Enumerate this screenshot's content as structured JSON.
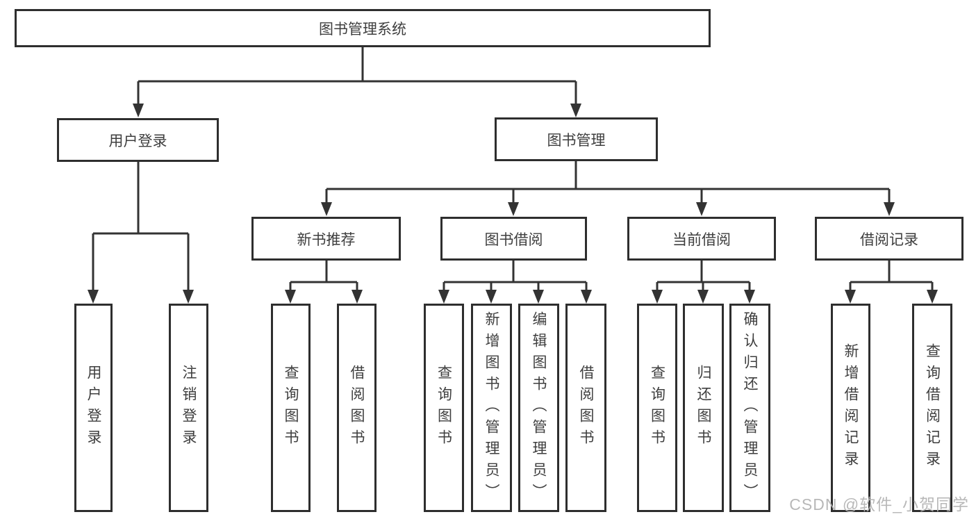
{
  "tree": {
    "root": "图书管理系统",
    "children": [
      {
        "label": "用户登录",
        "children": [
          {
            "label": "用户登录"
          },
          {
            "label": "注销登录"
          }
        ]
      },
      {
        "label": "图书管理",
        "children": [
          {
            "label": "新书推荐",
            "children": [
              {
                "label": "查询图书"
              },
              {
                "label": "借阅图书"
              }
            ]
          },
          {
            "label": "图书借阅",
            "children": [
              {
                "label": "查询图书"
              },
              {
                "label": "新增图书（管理员）"
              },
              {
                "label": "编辑图书（管理员）"
              },
              {
                "label": "借阅图书"
              }
            ]
          },
          {
            "label": "当前借阅",
            "children": [
              {
                "label": "查询图书"
              },
              {
                "label": "归还图书"
              },
              {
                "label": "确认归还（管理员）"
              }
            ]
          },
          {
            "label": "借阅记录",
            "children": [
              {
                "label": "新增借阅记录"
              },
              {
                "label": "查询借阅记录"
              }
            ]
          }
        ]
      }
    ]
  },
  "watermark": {
    "text": "CSDN @软件_小贺同学"
  },
  "colors": {
    "line": "#333333",
    "border": "#2e2e2e",
    "text": "#3e3e3e",
    "watermark": "#b3b3b3",
    "background": "#ffffff"
  }
}
